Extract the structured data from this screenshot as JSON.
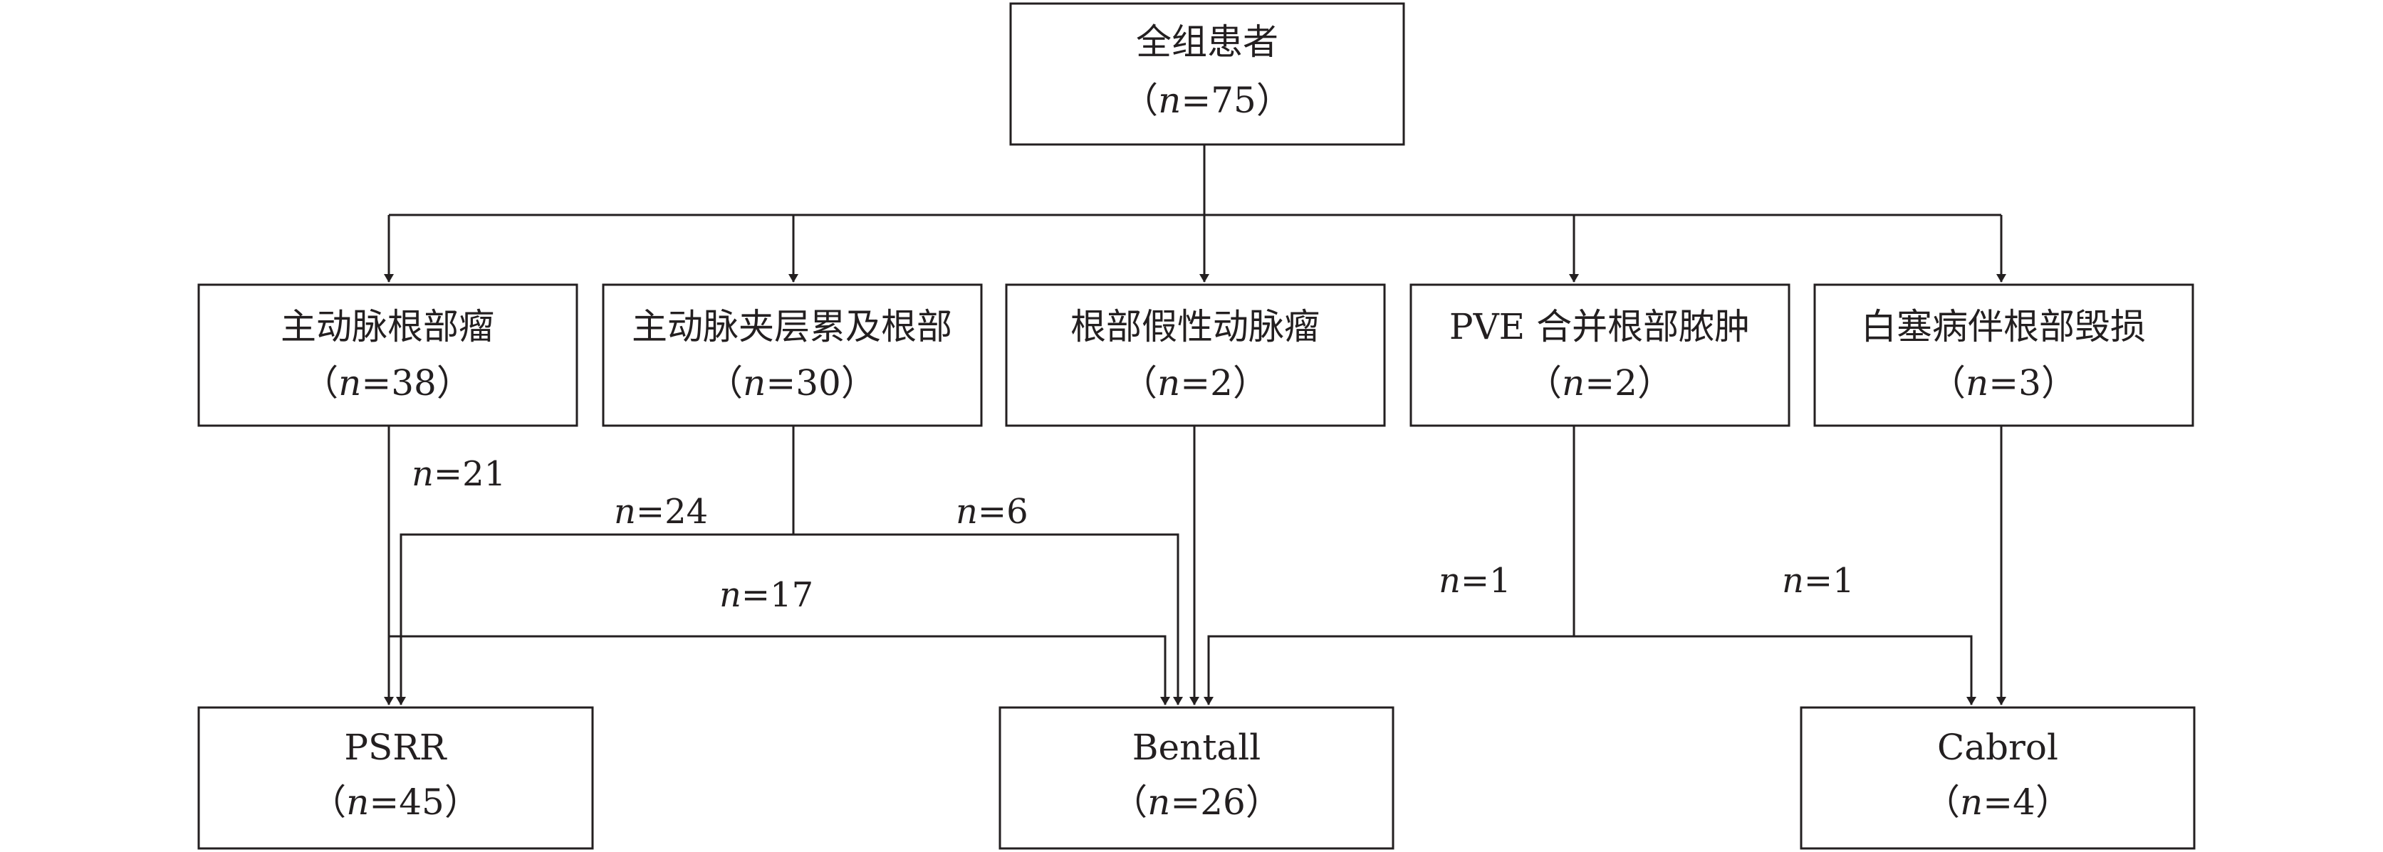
{
  "nodes": {
    "all_patients": {
      "title": "全组患者",
      "n": "75"
    },
    "aortic_root_aneurysm": {
      "title": "主动脉根部瘤",
      "n": "38"
    },
    "aortic_dissection_root": {
      "title": "主动脉夹层累及根部",
      "n": "30"
    },
    "root_pseudoaneurysm": {
      "title": "根部假性动脉瘤",
      "n": "2"
    },
    "pve_root_abscess": {
      "title": "PVE 合并根部脓肿",
      "n": "2"
    },
    "behcet_root_destruction": {
      "title": "白塞病伴根部毁损",
      "n": "3"
    },
    "psrr": {
      "title": "PSRR",
      "n": "45"
    },
    "bentall": {
      "title": "Bentall",
      "n": "26"
    },
    "cabrol": {
      "title": "Cabrol",
      "n": "4"
    }
  },
  "symbols": {
    "n_var": "n",
    "eq": "=",
    "open_paren": "（",
    "close_paren": "）"
  },
  "edges": {
    "aneurysm_to_psrr": "21",
    "aneurysm_to_bentall": "17",
    "dissection_to_psrr": "24",
    "dissection_to_bentall": "6",
    "pve_to_bentall": "1",
    "pve_to_cabrol": "1"
  }
}
